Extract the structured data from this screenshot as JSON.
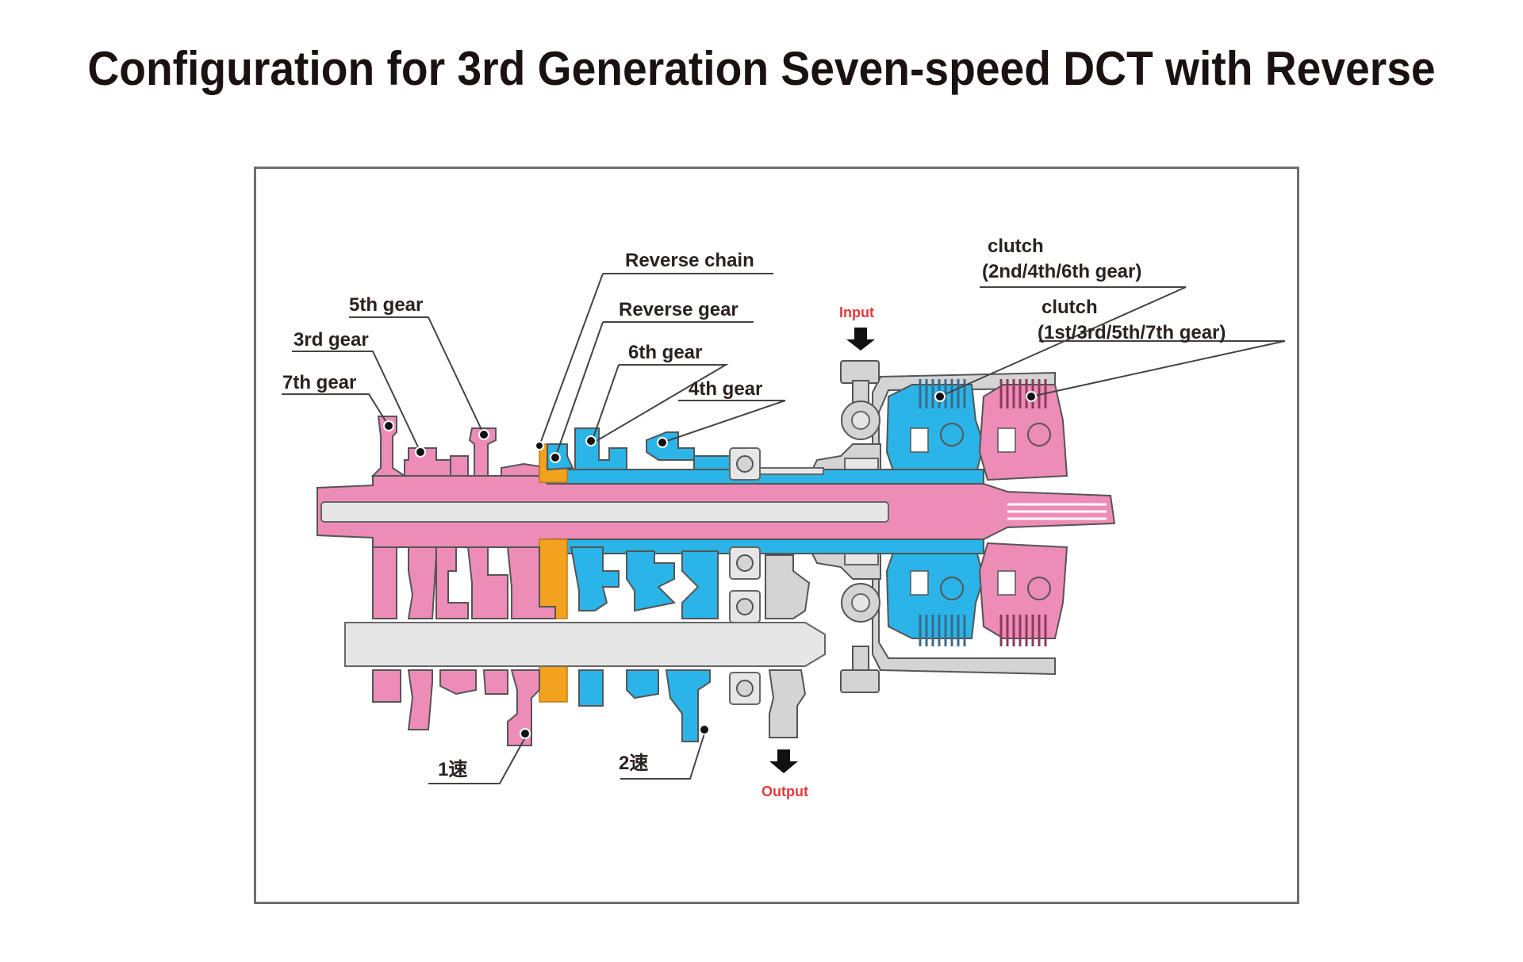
{
  "title": "Configuration for 3rd Generation Seven-speed DCT with Reverse",
  "colors": {
    "odd_shaft": "#ee8cb8",
    "even_shaft": "#2ab4e8",
    "reverse": "#f2a21e",
    "housing": "#d4d4d4",
    "outline": "#555555",
    "flow_label": "#e23a3a",
    "frame": "#6e6e6e"
  },
  "labels": {
    "fifth_gear": "5th gear",
    "third_gear": "3rd gear",
    "seventh_gear": "7th gear",
    "reverse_chain": "Reverse chain",
    "reverse_gear": "Reverse gear",
    "sixth_gear": "6th gear",
    "fourth_gear": "4th gear",
    "clutch_even_title": "clutch",
    "clutch_even_detail": "(2nd/4th/6th gear)",
    "clutch_odd_title": "clutch",
    "clutch_odd_detail": "(1st/3rd/5th/7th gear)",
    "first_gear": "1速",
    "second_gear": "2速",
    "input": "Input",
    "output": "Output"
  }
}
